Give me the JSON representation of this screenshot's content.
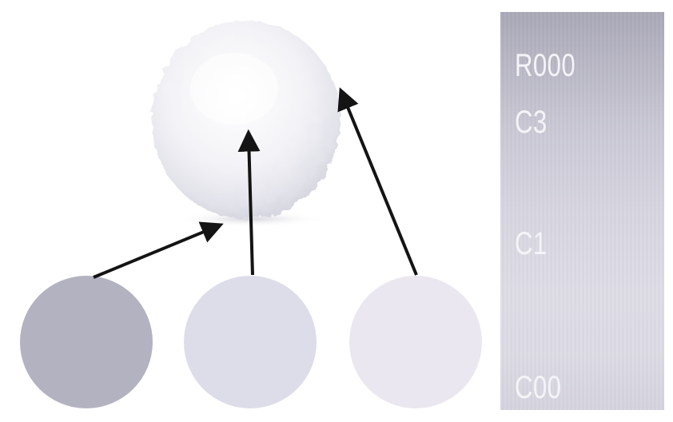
{
  "image": {
    "subject": "cotton-ball-icon",
    "swatches": [
      {
        "color": "#b3b2c0"
      },
      {
        "color": "#dcdde8"
      },
      {
        "color": "#eae7f0"
      }
    ],
    "strip": {
      "labels": [
        "R000",
        "C3",
        "C1",
        "C00"
      ]
    }
  }
}
